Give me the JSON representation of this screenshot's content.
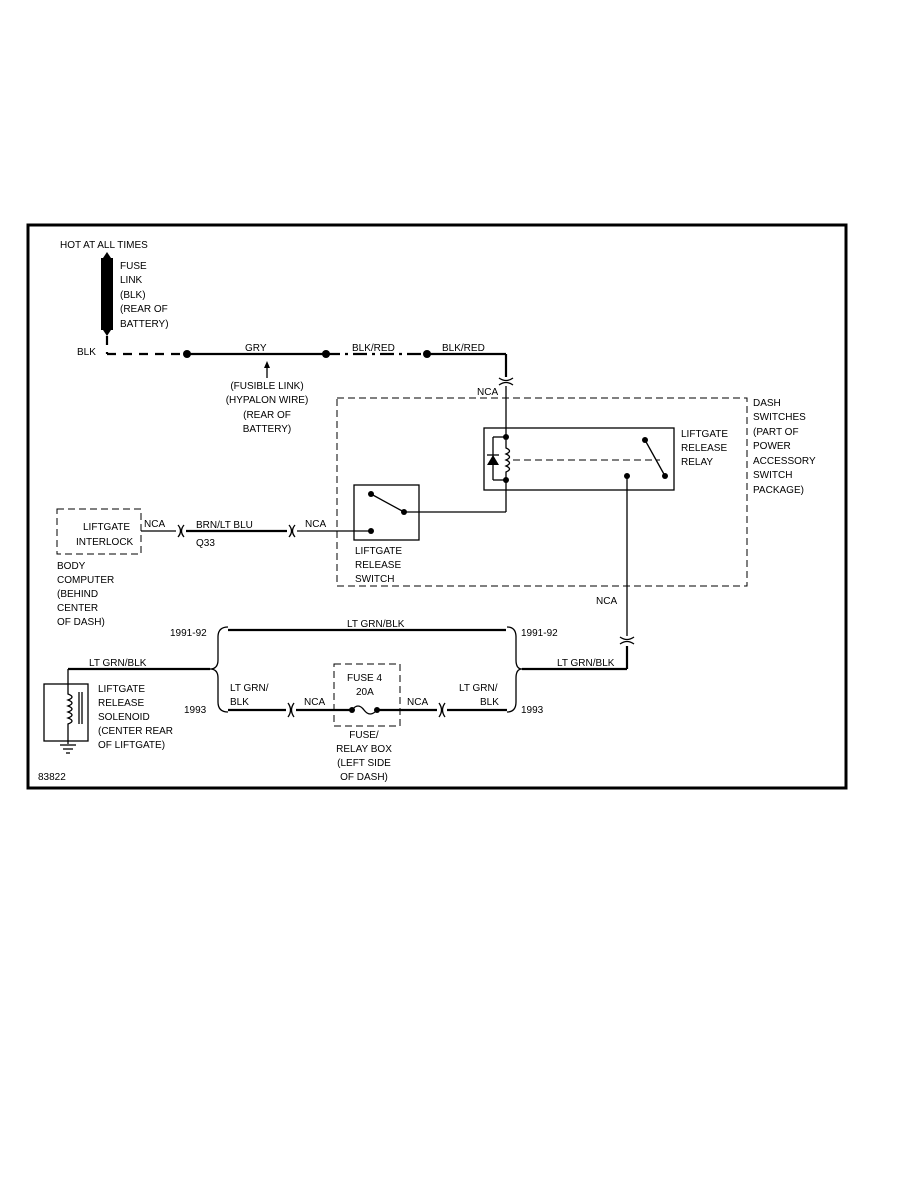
{
  "diagram_code": "83822",
  "power": {
    "label": "HOT AT ALL TIMES"
  },
  "fuse_link": {
    "lines": [
      "FUSE",
      "LINK",
      "(BLK)",
      "(REAR OF",
      "BATTERY)"
    ],
    "wire_label": "BLK"
  },
  "feed_wires": {
    "gry": "GRY",
    "blk_red_1": "BLK/RED",
    "blk_red_2": "BLK/RED"
  },
  "fusible_link_note": {
    "lines": [
      "(FUSIBLE LINK)",
      "(HYPALON WIRE)",
      "(REAR OF",
      "BATTERY)"
    ]
  },
  "nca_top": "NCA",
  "dash_switches": {
    "lines": [
      "DASH",
      "SWITCHES",
      "(PART OF",
      "POWER",
      "ACCESSORY",
      "SWITCH",
      "PACKAGE)"
    ]
  },
  "relay": {
    "lines": [
      "LIFTGATE",
      "RELEASE",
      "RELAY"
    ]
  },
  "release_switch": {
    "lines": [
      "LIFTGATE",
      "RELEASE",
      "SWITCH"
    ]
  },
  "interlock": {
    "lines": [
      "LIFTGATE",
      "INTERLOCK"
    ],
    "nca": "NCA",
    "wire": "BRN/LT BLU",
    "circuit": "Q33",
    "nca_right": "NCA"
  },
  "body_computer": {
    "lines": [
      "BODY",
      "COMPUTER",
      "(BEHIND",
      "CENTER",
      "OF DASH)"
    ]
  },
  "nca_right": "NCA",
  "lower": {
    "year_1991_left": "1991-92",
    "year_1991_right": "1991-92",
    "wire_1991": "LT GRN/BLK",
    "left_wire": "LT GRN/BLK",
    "right_wire": "LT GRN/BLK",
    "year_1993_left": "1993",
    "year_1993_right": "1993",
    "left_1993_wire": [
      "LT GRN/",
      "BLK"
    ],
    "right_1993_wire": [
      "LT GRN/",
      "BLK"
    ],
    "nca_left": "NCA",
    "nca_right": "NCA"
  },
  "fuse": {
    "name": "FUSE 4",
    "rating": "20A",
    "box_lines": [
      "FUSE/",
      "RELAY BOX",
      "(LEFT SIDE",
      "OF DASH)"
    ]
  },
  "solenoid": {
    "lines": [
      "LIFTGATE",
      "RELEASE",
      "SOLENOID",
      "(CENTER REAR",
      "OF LIFTGATE)"
    ]
  }
}
